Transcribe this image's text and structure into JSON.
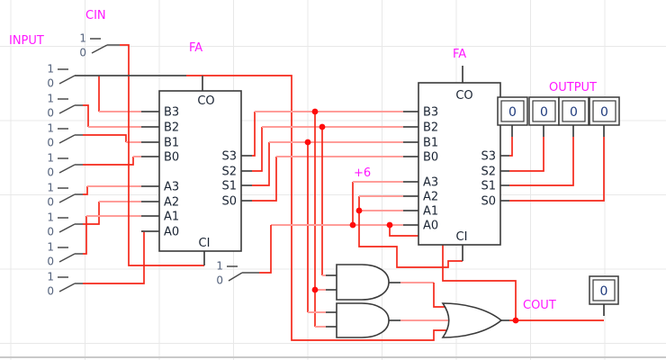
{
  "labels": {
    "input": "INPUT",
    "cin": "CIN",
    "fa_left": "FA",
    "fa_right": "FA",
    "plus_six": "+6",
    "output": "OUTPUT",
    "cout": "COUT"
  },
  "adder_ports": {
    "co": "CO",
    "ci": "CI",
    "b3": "B3",
    "b2": "B2",
    "b1": "B1",
    "b0": "B0",
    "a3": "A3",
    "a2": "A2",
    "a1": "A1",
    "a0": "A0",
    "s3": "S3",
    "s2": "S2",
    "s1": "S1",
    "s0": "S0"
  },
  "switch": {
    "on_label": "1",
    "off_label": "0"
  },
  "displays": {
    "sum": [
      "0",
      "0",
      "0",
      "0"
    ],
    "carry_out": "0"
  },
  "colors": {
    "wire": "#f5281a",
    "wire_dim": "#ff9d99",
    "pin_stub": "#4a4a4a",
    "junction": "#ff0b0b",
    "label": "#ff17ff",
    "component_outline": "#3a3a3a",
    "display_digit": "#1f3b7d",
    "switch_digit": "#54627c",
    "port_text": "#1a2433",
    "grid": "#e8e8e8"
  }
}
